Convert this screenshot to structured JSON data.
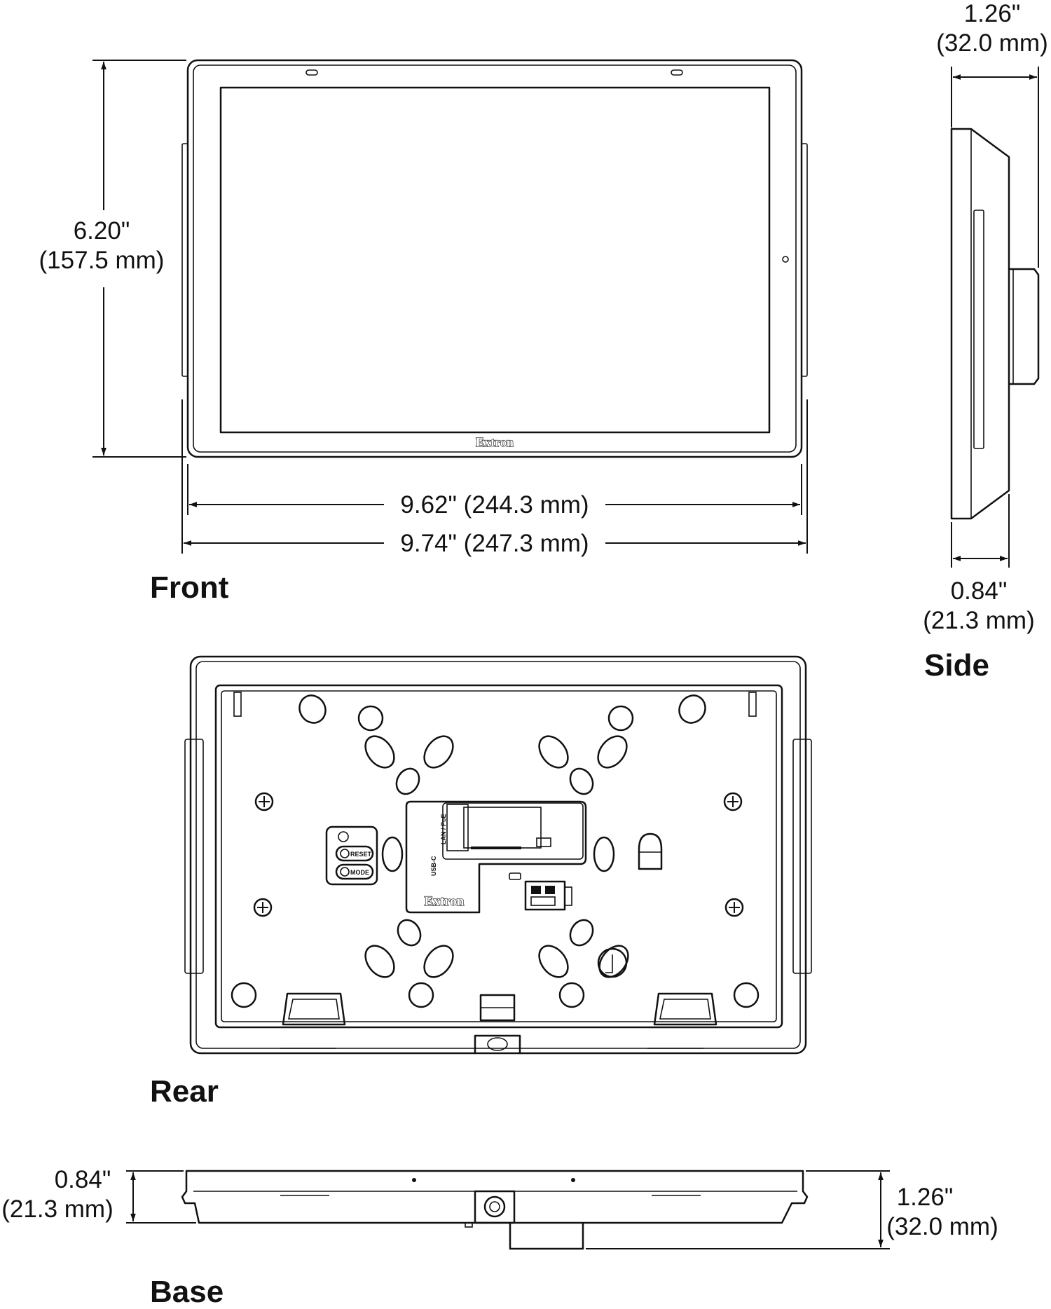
{
  "views": {
    "front": "Front",
    "side": "Side",
    "rear": "Rear",
    "base": "Base"
  },
  "dimensions": {
    "front_height": {
      "inch": "6.20\"",
      "mm": "(157.5 mm)"
    },
    "front_width_inner": "9.62\" (244.3 mm)",
    "front_width_outer": "9.74\" (247.3 mm)",
    "side_depth_total": {
      "inch": "1.26\"",
      "mm": "(32.0 mm)"
    },
    "side_depth_panel": {
      "inch": "0.84\"",
      "mm": "(21.3 mm)"
    },
    "base_depth_panel": {
      "inch": "0.84\"",
      "mm": "(21.3 mm)"
    },
    "base_depth_total": {
      "inch": "1.26\"",
      "mm": "(32.0 mm)"
    }
  },
  "branding": {
    "logo": "Extron"
  },
  "rear_labels": {
    "port_usb": "USB-C",
    "port_lan": "LAN / PoE",
    "reset": "RESET",
    "mode": "MODE"
  }
}
